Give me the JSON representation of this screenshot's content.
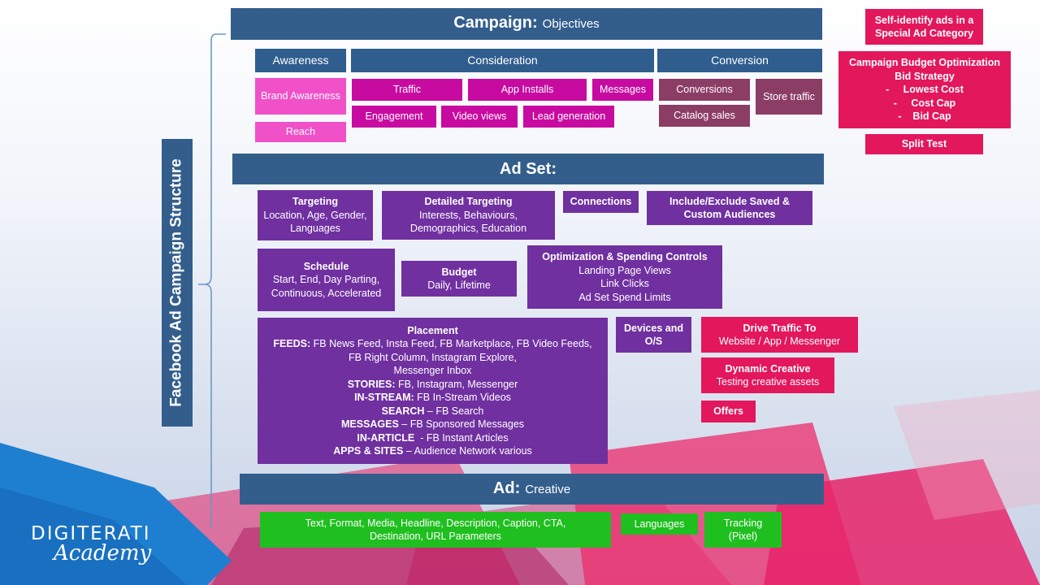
{
  "side_label": "Facebook Ad Campaign Structure",
  "logo": {
    "line1": "DIGITERATI",
    "line2": "Academy"
  },
  "campaign": {
    "title_bold": "Campaign:",
    "title_normal": "Objectives",
    "awareness": {
      "header": "Awareness",
      "items": [
        "Brand Awareness",
        "Reach"
      ]
    },
    "consideration": {
      "header": "Consideration",
      "items": [
        "Traffic",
        "App Installs",
        "Messages",
        "Engagement",
        "Video views",
        "Lead generation"
      ]
    },
    "conversion": {
      "header": "Conversion",
      "items": [
        "Conversions",
        "Store traffic",
        "Catalog sales"
      ]
    },
    "side": {
      "special_category": "Self-identify ads in a Special Ad Category",
      "cbo_lines": [
        "Campaign Budget Optimization",
        "Bid Strategy",
        "-     Lowest Cost",
        "-     Cost Cap",
        "-    Bid Cap"
      ],
      "split_test": "Split Test"
    }
  },
  "adset": {
    "title": "Ad Set:",
    "targeting": {
      "title": "Targeting",
      "text": "Location, Age, Gender, Languages"
    },
    "detailed": {
      "title": "Detailed Targeting",
      "text": "Interests, Behaviours, Demographics, Education"
    },
    "connections": {
      "title": "Connections"
    },
    "include_exclude": {
      "title": "Include/Exclude Saved & Custom Audiences"
    },
    "schedule": {
      "title": "Schedule",
      "text": "Start, End, Day Parting, Continuous, Accelerated"
    },
    "budget": {
      "title": "Budget",
      "text": "Daily, Lifetime"
    },
    "optimization": {
      "title": "Optimization & Spending Controls",
      "lines": [
        "Landing Page Views",
        "Link Clicks",
        "Ad Set Spend Limits"
      ]
    },
    "placement": {
      "title": "Placement",
      "lines": [
        {
          "b": "FEEDS:",
          "t": " FB News Feed, Insta Feed, FB Marketplace, FB Video Feeds,"
        },
        {
          "b": "",
          "t": "FB Right Column, Instagram Explore,"
        },
        {
          "b": "",
          "t": "Messenger Inbox"
        },
        {
          "b": "STORIES:",
          "t": " FB, Instagram, Messenger"
        },
        {
          "b": "IN-STREAM:",
          "t": " FB In-Stream Videos"
        },
        {
          "b": "SEARCH",
          "t": " – FB Search"
        },
        {
          "b": "MESSAGES",
          "t": " – FB Sponsored Messages"
        },
        {
          "b": "IN-ARTICLE",
          "t": "  - FB Instant Articles"
        },
        {
          "b": "APPS & SITES",
          "t": " – Audience Network various"
        }
      ]
    },
    "devices": {
      "title": "Devices and O/S"
    },
    "drive_traffic": {
      "title": "Drive Traffic To",
      "text": "Website / App / Messenger"
    },
    "dynamic": {
      "title": "Dynamic Creative",
      "text": "Testing creative assets"
    },
    "offers": {
      "title": "Offers"
    }
  },
  "ad": {
    "title_bold": "Ad:",
    "title_normal": "Creative",
    "creative": "Text, Format, Media, Headline, Description, Caption, CTA, Destination, URL Parameters",
    "languages": "Languages",
    "tracking": "Tracking (Pixel)"
  },
  "colors": {
    "blue": "#335e8c",
    "purple": "#7030a0",
    "magenta": "#c80ba0",
    "pink_light": "#f050c8",
    "mauve": "#8c3d66",
    "red_pink": "#e3175c",
    "green": "#1fbf1f"
  }
}
